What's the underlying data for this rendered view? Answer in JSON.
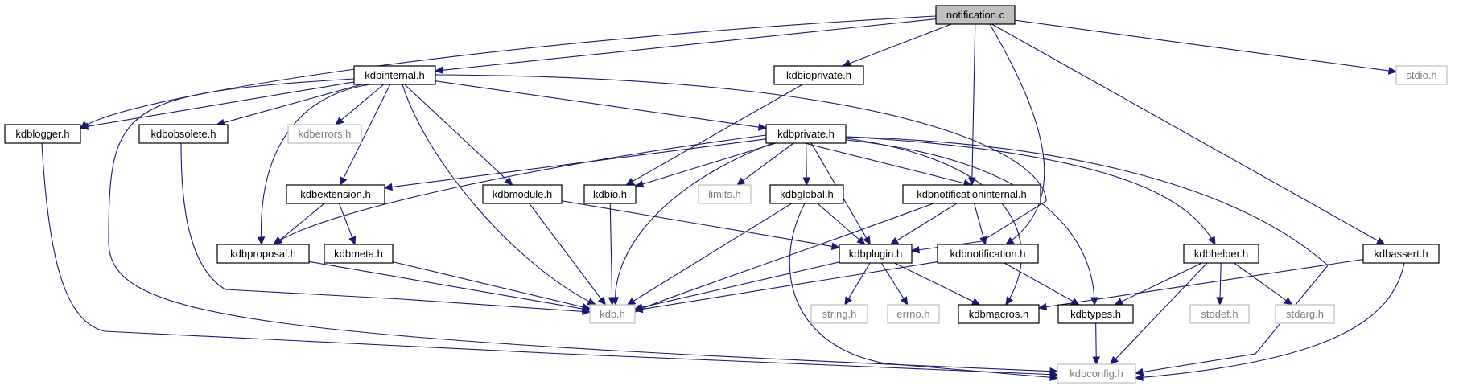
{
  "nodes": [
    {
      "id": "notification_c",
      "label": "notification.c",
      "kind": "root"
    },
    {
      "id": "kdbinternal_h",
      "label": "kdbinternal.h",
      "kind": "local"
    },
    {
      "id": "kdbioprivate_h",
      "label": "kdbioprivate.h",
      "kind": "local"
    },
    {
      "id": "stdio_h",
      "label": "stdio.h",
      "kind": "system"
    },
    {
      "id": "kdblogger_h",
      "label": "kdblogger.h",
      "kind": "local"
    },
    {
      "id": "kdbobsolete_h",
      "label": "kdbobsolete.h",
      "kind": "local"
    },
    {
      "id": "kdberrors_h",
      "label": "kdberrors.h",
      "kind": "system"
    },
    {
      "id": "kdbprivate_h",
      "label": "kdbprivate.h",
      "kind": "local"
    },
    {
      "id": "kdbextension_h",
      "label": "kdbextension.h",
      "kind": "local"
    },
    {
      "id": "kdbmodule_h",
      "label": "kdbmodule.h",
      "kind": "local"
    },
    {
      "id": "kdbio_h",
      "label": "kdbio.h",
      "kind": "local"
    },
    {
      "id": "limits_h",
      "label": "limits.h",
      "kind": "system"
    },
    {
      "id": "kdbglobal_h",
      "label": "kdbglobal.h",
      "kind": "local"
    },
    {
      "id": "kdbnotificationinternal_h",
      "label": "kdbnotificationinternal.h",
      "kind": "local"
    },
    {
      "id": "kdbproposal_h",
      "label": "kdbproposal.h",
      "kind": "local"
    },
    {
      "id": "kdbmeta_h",
      "label": "kdbmeta.h",
      "kind": "local"
    },
    {
      "id": "kdbplugin_h",
      "label": "kdbplugin.h",
      "kind": "local"
    },
    {
      "id": "kdbnotification_h",
      "label": "kdbnotification.h",
      "kind": "local"
    },
    {
      "id": "kdbhelper_h",
      "label": "kdbhelper.h",
      "kind": "local"
    },
    {
      "id": "kdbassert_h",
      "label": "kdbassert.h",
      "kind": "local"
    },
    {
      "id": "kdb_h",
      "label": "kdb.h",
      "kind": "system"
    },
    {
      "id": "string_h",
      "label": "string.h",
      "kind": "system"
    },
    {
      "id": "errno_h",
      "label": "errno.h",
      "kind": "system"
    },
    {
      "id": "kdbmacros_h",
      "label": "kdbmacros.h",
      "kind": "local"
    },
    {
      "id": "kdbtypes_h",
      "label": "kdbtypes.h",
      "kind": "local"
    },
    {
      "id": "stddef_h",
      "label": "stddef.h",
      "kind": "system"
    },
    {
      "id": "stdarg_h",
      "label": "stdarg.h",
      "kind": "system"
    },
    {
      "id": "kdbconfig_h",
      "label": "kdbconfig.h",
      "kind": "system"
    }
  ],
  "edges": [
    [
      "notification_c",
      "kdbinternal_h"
    ],
    [
      "notification_c",
      "kdbioprivate_h"
    ],
    [
      "notification_c",
      "stdio_h"
    ],
    [
      "notification_c",
      "kdblogger_h"
    ],
    [
      "notification_c",
      "kdbnotificationinternal_h"
    ],
    [
      "notification_c",
      "kdbnotification_h"
    ],
    [
      "notification_c",
      "kdbassert_h"
    ],
    [
      "kdbinternal_h",
      "kdblogger_h"
    ],
    [
      "kdbinternal_h",
      "kdbobsolete_h"
    ],
    [
      "kdbinternal_h",
      "kdberrors_h"
    ],
    [
      "kdbinternal_h",
      "kdbprivate_h"
    ],
    [
      "kdbinternal_h",
      "kdbextension_h"
    ],
    [
      "kdbinternal_h",
      "kdbmodule_h"
    ],
    [
      "kdbinternal_h",
      "kdbproposal_h"
    ],
    [
      "kdbinternal_h",
      "kdb_h"
    ],
    [
      "kdbinternal_h",
      "kdbplugin_h"
    ],
    [
      "kdbinternal_h",
      "kdbconfig_h"
    ],
    [
      "kdbioprivate_h",
      "kdbio_h"
    ],
    [
      "kdblogger_h",
      "kdbconfig_h"
    ],
    [
      "kdbobsolete_h",
      "kdb_h"
    ],
    [
      "kdbprivate_h",
      "kdbextension_h"
    ],
    [
      "kdbprivate_h",
      "kdbio_h"
    ],
    [
      "kdbprivate_h",
      "limits_h"
    ],
    [
      "kdbprivate_h",
      "kdbglobal_h"
    ],
    [
      "kdbprivate_h",
      "kdbnotificationinternal_h"
    ],
    [
      "kdbprivate_h",
      "kdbhelper_h"
    ],
    [
      "kdbprivate_h",
      "kdbproposal_h"
    ],
    [
      "kdbprivate_h",
      "kdbplugin_h"
    ],
    [
      "kdbprivate_h",
      "kdbmacros_h"
    ],
    [
      "kdbprivate_h",
      "kdbtypes_h"
    ],
    [
      "kdbprivate_h",
      "kdb_h"
    ],
    [
      "kdbprivate_h",
      "kdbconfig_h"
    ],
    [
      "kdbextension_h",
      "kdbproposal_h"
    ],
    [
      "kdbextension_h",
      "kdbmeta_h"
    ],
    [
      "kdbmodule_h",
      "kdbplugin_h"
    ],
    [
      "kdbmodule_h",
      "kdb_h"
    ],
    [
      "kdbio_h",
      "kdb_h"
    ],
    [
      "kdbglobal_h",
      "kdbplugin_h"
    ],
    [
      "kdbglobal_h",
      "kdb_h"
    ],
    [
      "kdbglobal_h",
      "kdbconfig_h"
    ],
    [
      "kdbnotificationinternal_h",
      "kdbplugin_h"
    ],
    [
      "kdbnotificationinternal_h",
      "kdbnotification_h"
    ],
    [
      "kdbnotificationinternal_h",
      "kdb_h"
    ],
    [
      "kdbproposal_h",
      "kdb_h"
    ],
    [
      "kdbmeta_h",
      "kdb_h"
    ],
    [
      "kdbplugin_h",
      "kdb_h"
    ],
    [
      "kdbplugin_h",
      "string_h"
    ],
    [
      "kdbplugin_h",
      "errno_h"
    ],
    [
      "kdbplugin_h",
      "kdbmacros_h"
    ],
    [
      "kdbnotification_h",
      "kdb_h"
    ],
    [
      "kdbnotification_h",
      "kdbtypes_h"
    ],
    [
      "kdbhelper_h",
      "stddef_h"
    ],
    [
      "kdbhelper_h",
      "stdarg_h"
    ],
    [
      "kdbhelper_h",
      "kdbtypes_h"
    ],
    [
      "kdbhelper_h",
      "kdbconfig_h"
    ],
    [
      "kdbassert_h",
      "kdbmacros_h"
    ],
    [
      "kdbassert_h",
      "kdbconfig_h"
    ],
    [
      "kdbtypes_h",
      "kdbconfig_h"
    ]
  ]
}
